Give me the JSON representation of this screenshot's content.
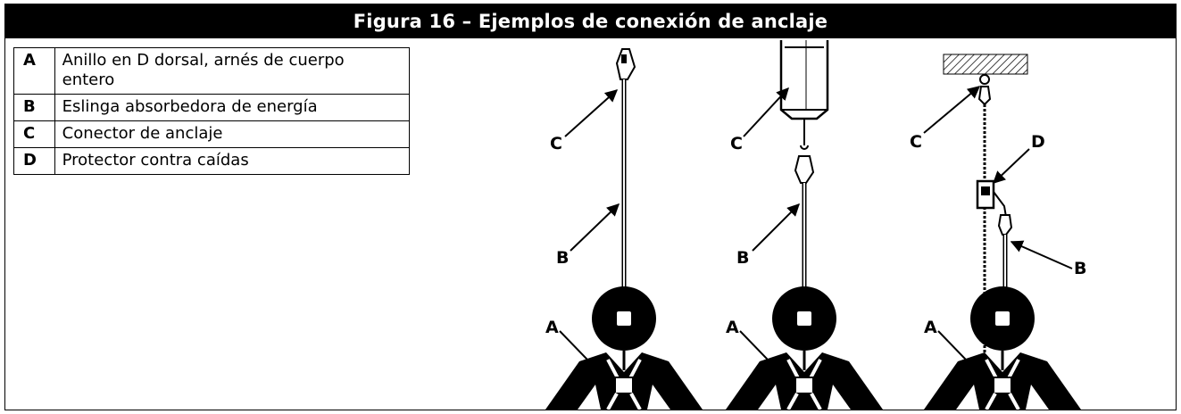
{
  "figure_title": "Figura 16 – Ejemplos de conexión de anclaje",
  "legend": [
    {
      "key": "A",
      "text": "Anillo en D dorsal, arnés de cuerpo entero"
    },
    {
      "key": "B",
      "text": "Eslinga absorbedora de energía"
    },
    {
      "key": "C",
      "text": "Conector de anclaje"
    },
    {
      "key": "D",
      "text": "Protector contra caídas"
    }
  ],
  "illustrations": [
    {
      "name": "example-1",
      "callouts": [
        "C",
        "B",
        "A"
      ]
    },
    {
      "name": "example-2",
      "callouts": [
        "C",
        "B",
        "A"
      ]
    },
    {
      "name": "example-3",
      "callouts": [
        "C",
        "D",
        "B",
        "A"
      ]
    }
  ]
}
